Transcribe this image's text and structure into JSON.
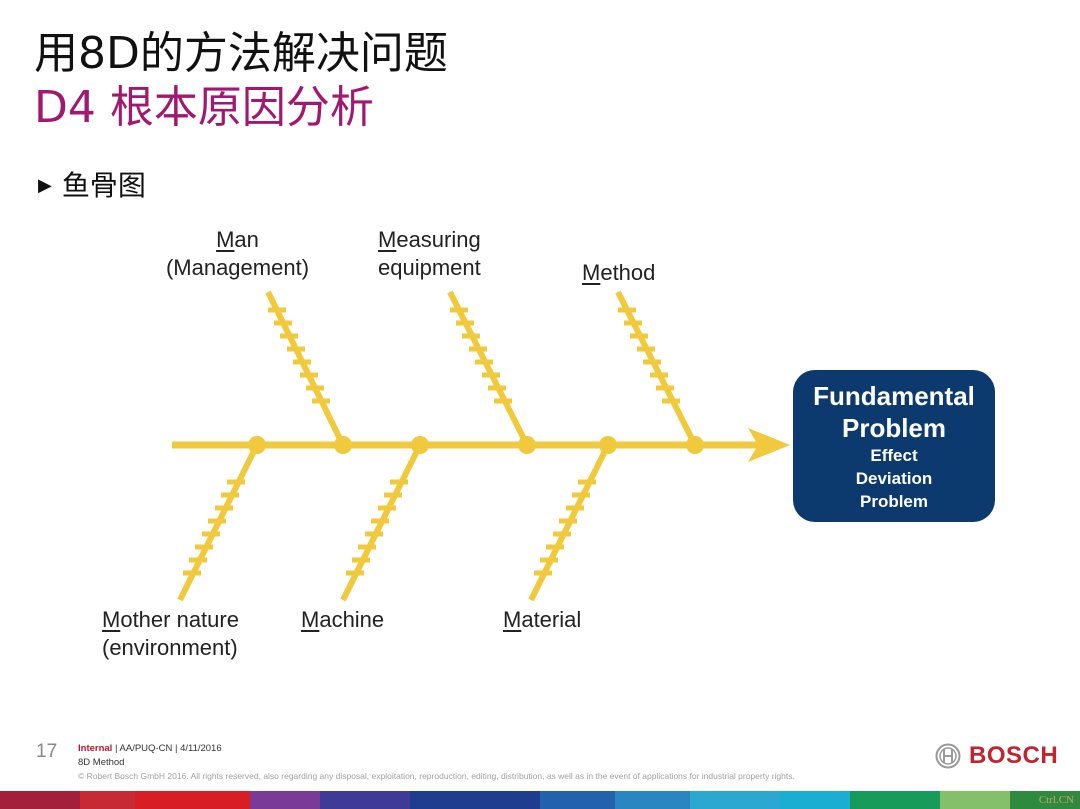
{
  "slide": {
    "title_line1": "用8D的方法解决问题",
    "title_line2": "D4 根本原因分析",
    "title_line2_color": "#a0186f",
    "bullet_icon": "▶",
    "bullet_text": "鱼骨图"
  },
  "diagram": {
    "type": "fishbone",
    "bone_color": "#f0c93c",
    "head": {
      "title_line1": "Fundamental",
      "title_line2": "Problem",
      "sub1": "Effect",
      "sub2": "Deviation",
      "sub3": "Problem",
      "color": "#0c3a6e"
    },
    "categories": [
      {
        "key": "M",
        "rest": "an",
        "line2": "(Management)",
        "position": "top"
      },
      {
        "key": "M",
        "rest": "easuring",
        "line2": "equipment",
        "position": "top"
      },
      {
        "key": "M",
        "rest": "ethod",
        "line2": "",
        "position": "top"
      },
      {
        "key": "M",
        "rest": "other nature",
        "line2": "(environment)",
        "position": "bottom"
      },
      {
        "key": "M",
        "rest": "achine",
        "line2": "",
        "position": "bottom"
      },
      {
        "key": "M",
        "rest": "aterial",
        "line2": "",
        "position": "bottom"
      }
    ]
  },
  "footer": {
    "page_number": "17",
    "classification": "Internal",
    "meta": " | AA/PUQ-CN | 4/11/2016",
    "subtitle": "8D Method",
    "copyright": "© Robert Bosch GmbH 2016. All rights reserved, also regarding any disposal, exploitation, reproduction, editing, distribution, as well as in the event of applications for industrial property rights.",
    "brand": "BOSCH",
    "watermark": "Ctrl.CN"
  },
  "stripe_colors": [
    "#a4203a",
    "#c72a35",
    "#d81e24",
    "#d81e24",
    "#7a3a97",
    "#3f3a95",
    "#1f3d8f",
    "#2161ad",
    "#2a86c0",
    "#2aa8d1",
    "#1aaed2",
    "#179b5b",
    "#84c06a",
    "#2e8a3e"
  ]
}
